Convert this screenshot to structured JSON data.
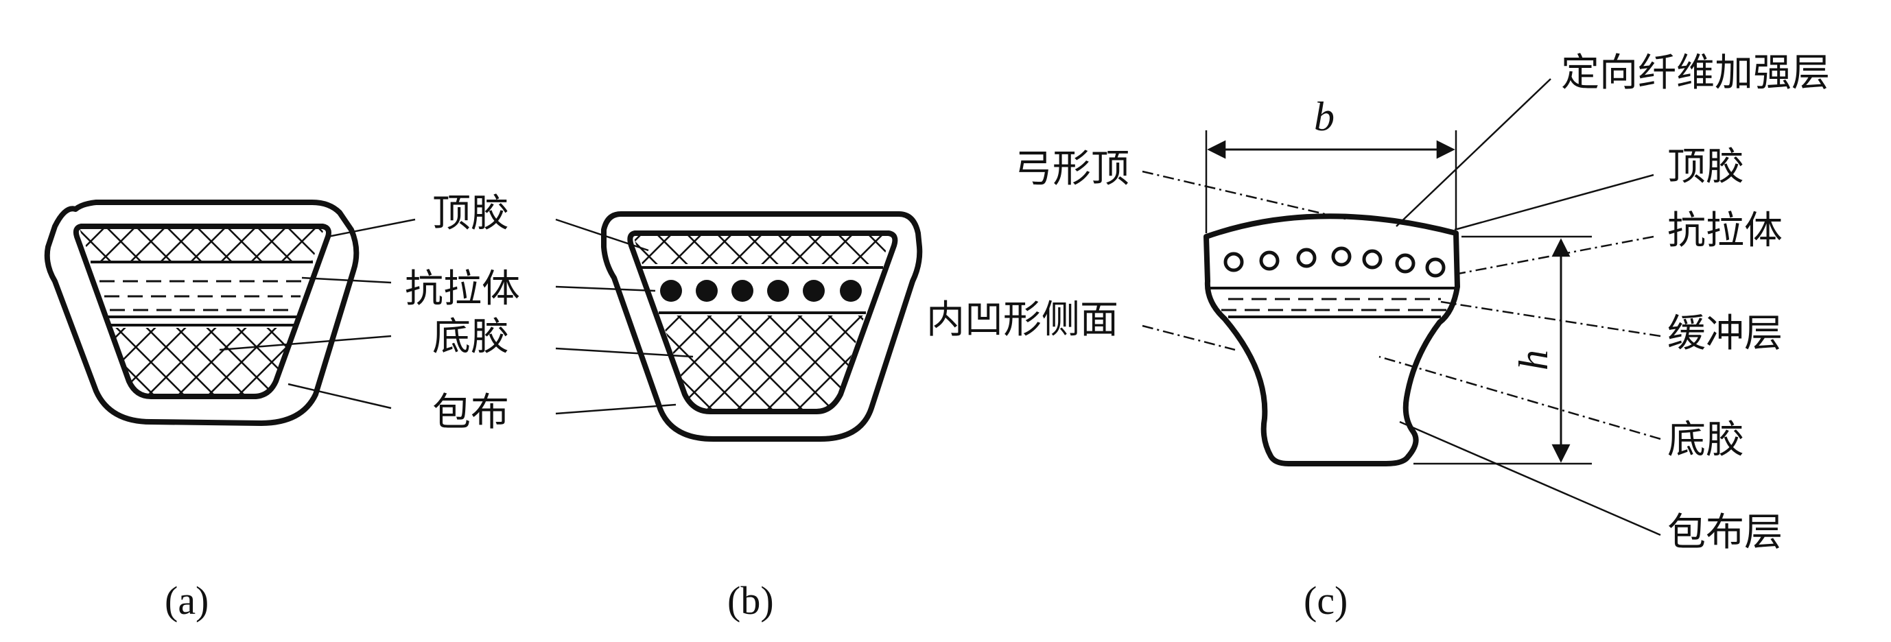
{
  "panel_a": {
    "labels": {
      "top_rubber": "顶胶",
      "tension_member": "抗拉体",
      "bottom_rubber": "底胶",
      "wrapping_cloth": "包布"
    },
    "caption": "(a)"
  },
  "panel_b": {
    "caption": "(b)"
  },
  "panel_c": {
    "labels": {
      "oriented_fiber_layer": "定向纤维加强层",
      "arched_top": "弓形顶",
      "top_rubber": "顶胶",
      "tension_member": "抗拉体",
      "concave_side": "内凹形侧面",
      "cushion_layer": "缓冲层",
      "bottom_rubber": "底胶",
      "wrapping_layer": "包布层"
    },
    "dim_width": "b",
    "dim_height": "h",
    "caption": "(c)"
  }
}
